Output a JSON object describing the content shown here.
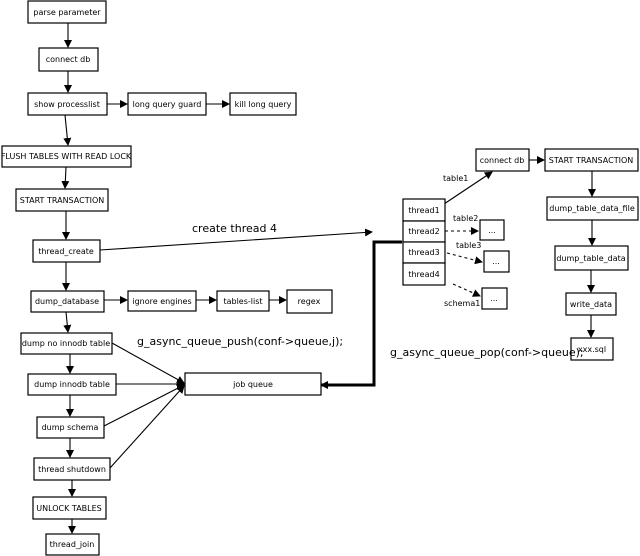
{
  "diagram": {
    "nodes": {
      "parse_parameter": "parse parameter",
      "connect_db": "connect db",
      "show_processlist": "show processlist",
      "long_query_guard": "long query guard",
      "kill_long_query": "kill long query",
      "flush_tables": "FLUSH TABLES WITH READ LOCK",
      "start_transaction": "START TRANSACTION",
      "thread_create": "thread_create",
      "dump_database": "dump_database",
      "ignore_engines": "ignore engines",
      "tables_list": "tables-list",
      "regex": "regex",
      "dump_no_innodb": "dump no innodb table",
      "dump_innodb": "dump innodb table",
      "dump_schema": "dump schema",
      "thread_shutdown": "thread shutdown",
      "unlock_tables": "UNLOCK TABLES",
      "thread_join": "thread_join",
      "job_queue": "job queue",
      "thread1": "thread1",
      "thread2": "thread2",
      "thread3": "thread3",
      "thread4": "thread4",
      "t_connect_db": "connect db",
      "t_start_transaction": "START TRANSACTION",
      "dump_table_data_file": "dump_table_data_file",
      "dump_table_data": "dump_table_data",
      "write_data": "write_data",
      "xxx_sql": "xxx.sql",
      "ellipsis1": "...",
      "ellipsis2": "...",
      "ellipsis3": "..."
    },
    "labels": {
      "create_thread": "create thread 4",
      "queue_push": "g_async_queue_push(conf->queue,j);",
      "queue_pop": "g_async_queue_pop(conf->queue);",
      "table1": "table1",
      "table2": "table2",
      "table3": "table3",
      "schema1": "schema1"
    }
  }
}
